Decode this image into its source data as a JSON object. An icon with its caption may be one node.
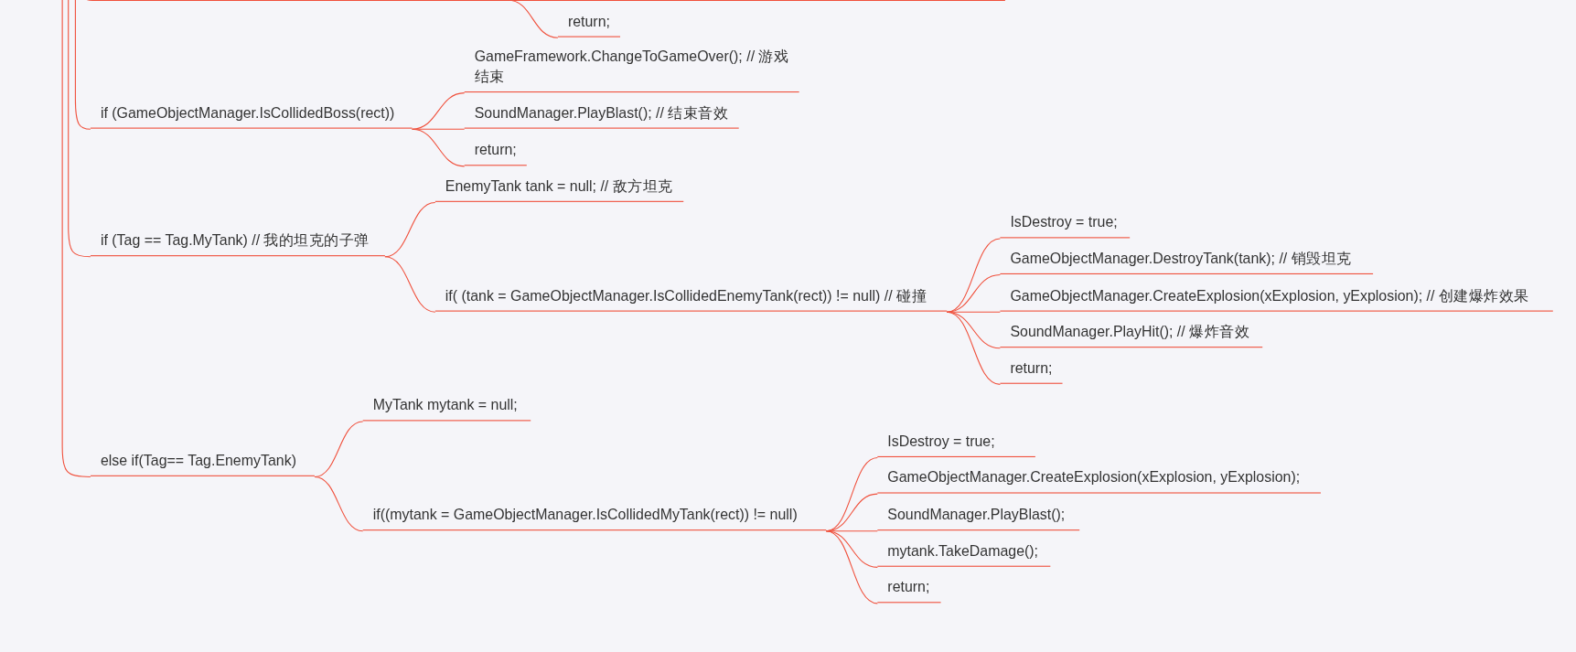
{
  "diagram": {
    "nodes": [
      {
        "text": [
          "return;"
        ]
      },
      {
        "text": [
          "if (GameObjectManager.IsCollidedBoss(rect))"
        ]
      },
      {
        "text": [
          "GameFramework.ChangeToGameOver(); // 游戏结束"
        ]
      },
      {
        "text": [
          "SoundManager.PlayBlast(); // 结束音效"
        ]
      },
      {
        "text": [
          "return;"
        ]
      },
      {
        "text": [
          "if (Tag == Tag.MyTank) // 我的坦克的子弹"
        ]
      },
      {
        "text": [
          "EnemyTank tank = null; // 敌方坦克"
        ]
      },
      {
        "text": [
          "if( (tank = GameObjectManager.IsCollidedEnemyTank(rect)) != null) // 碰撞"
        ]
      },
      {
        "text": [
          "IsDestroy = true;"
        ]
      },
      {
        "text": [
          "GameObjectManager.DestroyTank(tank); // 销毁坦克"
        ]
      },
      {
        "text": [
          "GameObjectManager.CreateExplosion(xExplosion, yExplosion); // 创建爆炸效果"
        ]
      },
      {
        "text": [
          "SoundManager.PlayHit(); // 爆炸音效"
        ]
      },
      {
        "text": [
          "return;"
        ]
      },
      {
        "text": [
          "else if(Tag== Tag.EnemyTank)"
        ]
      },
      {
        "text": [
          "MyTank mytank = null;"
        ]
      },
      {
        "text": [
          "if((mytank = GameObjectManager.IsCollidedMyTank(rect)) != null)"
        ]
      },
      {
        "text": [
          "IsDestroy = true;"
        ]
      },
      {
        "text": [
          "GameObjectManager.CreateExplosion(xExplosion, yExplosion);"
        ]
      },
      {
        "text": [
          "SoundManager.PlayBlast();"
        ]
      },
      {
        "text": [
          "mytank.TakeDamage();"
        ]
      },
      {
        "text": [
          "return;"
        ]
      }
    ],
    "edges": [
      {
        "from": null,
        "to": 0,
        "arrow": "none"
      },
      {
        "from": null,
        "to": 1,
        "arrow": "none"
      },
      {
        "from": 1,
        "to": 2,
        "arrow": "none"
      },
      {
        "from": 1,
        "to": 3,
        "arrow": "none"
      },
      {
        "from": 1,
        "to": 4,
        "arrow": "none"
      },
      {
        "from": null,
        "to": 5,
        "arrow": "none"
      },
      {
        "from": 5,
        "to": 6,
        "arrow": "none"
      },
      {
        "from": 5,
        "to": 7,
        "arrow": "none"
      },
      {
        "from": 7,
        "to": 8,
        "arrow": "none"
      },
      {
        "from": 7,
        "to": 9,
        "arrow": "none"
      },
      {
        "from": 7,
        "to": 10,
        "arrow": "none"
      },
      {
        "from": 7,
        "to": 11,
        "arrow": "none"
      },
      {
        "from": 7,
        "to": 12,
        "arrow": "none"
      },
      {
        "from": null,
        "to": 13,
        "arrow": "none"
      },
      {
        "from": 13,
        "to": 14,
        "arrow": "none"
      },
      {
        "from": 13,
        "to": 15,
        "arrow": "none"
      },
      {
        "from": 15,
        "to": 16,
        "arrow": "none"
      },
      {
        "from": 15,
        "to": 17,
        "arrow": "none"
      },
      {
        "from": 15,
        "to": 18,
        "arrow": "none"
      },
      {
        "from": 15,
        "to": 19,
        "arrow": "none"
      },
      {
        "from": 15,
        "to": 20,
        "arrow": "none"
      }
    ]
  }
}
